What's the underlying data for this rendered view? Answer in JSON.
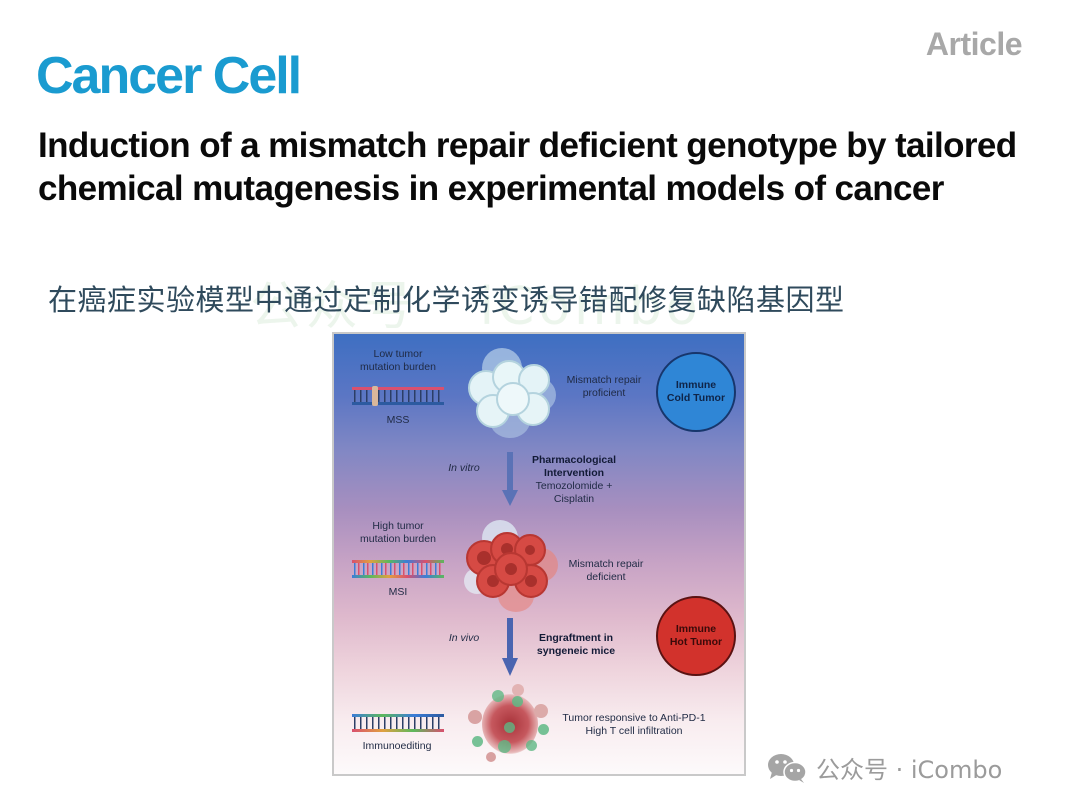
{
  "header": {
    "journal_name": "Cancer Cell",
    "article_type": "Article"
  },
  "title": {
    "english": "Induction of a mismatch repair deficient genotype by tailored chemical mutagenesis in experimental models of cancer",
    "chinese": "在癌症实验模型中通过定制化学诱变诱导错配修复缺陷基因型",
    "background_watermark": "公众号 · iCombo"
  },
  "figure": {
    "colors": {
      "top": "#3e6fc2",
      "bottom": "#fdfafb",
      "cold_badge": "#2f86d6",
      "hot_badge": "#d2322c",
      "arrow": "#4a64b0"
    },
    "stage1": {
      "burden_label": "Low tumor mutation burden",
      "burden_line1": "Low tumor",
      "burden_line2": "mutation burden",
      "dna_icon": "dna-strand-icon",
      "status_label": "MSS",
      "cell_label_line1": "Mismatch repair",
      "cell_label_line2": "proficient",
      "badge_line1": "Immune",
      "badge_line2": "Cold Tumor"
    },
    "transition1": {
      "context": "In vitro",
      "heading_line1": "Pharmacological",
      "heading_line2": "Intervention",
      "detail_line1": "Temozolomide +",
      "detail_line2": "Cisplatin"
    },
    "stage2": {
      "burden_line1": "High tumor",
      "burden_line2": "mutation burden",
      "status_label": "MSI",
      "cell_label_line1": "Mismatch repair",
      "cell_label_line2": "deficient",
      "badge_line1": "Immune",
      "badge_line2": "Hot Tumor"
    },
    "transition2": {
      "context": "In vivo",
      "heading_line1": "Engraftment in",
      "heading_line2": "syngeneic mice"
    },
    "stage3": {
      "status_label": "Immunoediting",
      "cell_label_line1": "Tumor responsive to Anti-PD-1",
      "cell_label_line2": "High T cell infiltration"
    }
  },
  "footer": {
    "icon": "wechat-icon",
    "watermark": "公众号 · iCombo"
  }
}
